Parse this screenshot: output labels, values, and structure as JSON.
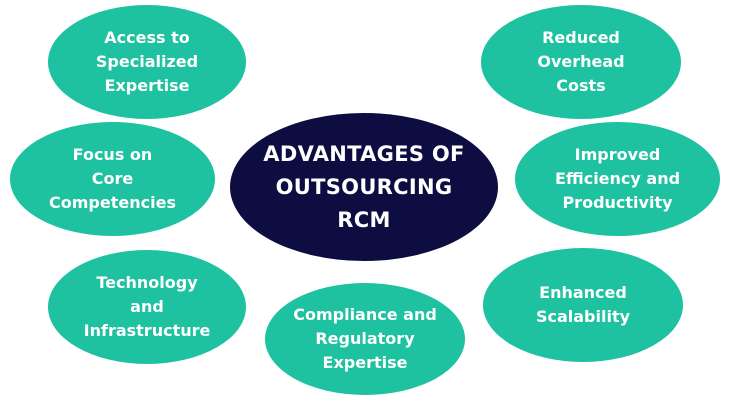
{
  "diagram": {
    "center": "ADVANTAGES OF\nOUTSOURCING\nRCM",
    "nodes": [
      {
        "id": "n1",
        "label": "Access to\nSpecialized\nExpertise"
      },
      {
        "id": "n2",
        "label": "Focus on\nCore\nCompetencies"
      },
      {
        "id": "n3",
        "label": "Technology\nand\nInfrastructure"
      },
      {
        "id": "n4",
        "label": "Compliance and\nRegulatory\nExpertise"
      },
      {
        "id": "n5",
        "label": "Reduced\nOverhead\nCosts"
      },
      {
        "id": "n6",
        "label": "Improved\nEfficiency and\nProductivity"
      },
      {
        "id": "n7",
        "label": "Enhanced\nScalability"
      }
    ]
  },
  "colors": {
    "node_fill": "#1ec2a0",
    "center_fill": "#0d0d42",
    "text": "#ffffff",
    "background": "#ffffff"
  }
}
